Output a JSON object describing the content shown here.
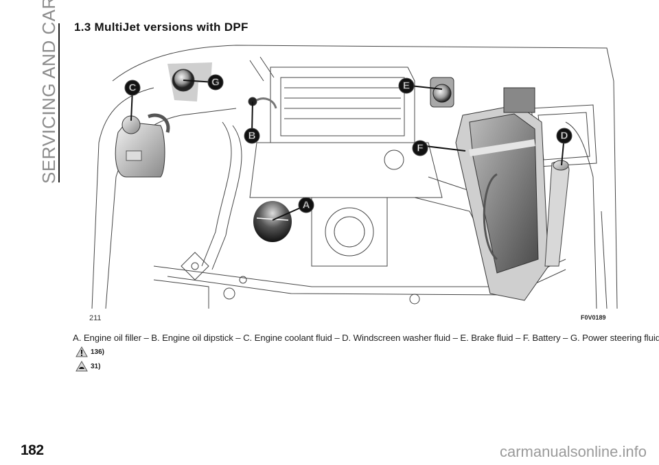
{
  "side_tab": {
    "label": "SERVICING AND CARE"
  },
  "section": {
    "title": "1.3 MultiJet versions with DPF"
  },
  "figure": {
    "number": "211",
    "code": "F0V0189",
    "markers": [
      {
        "letter": "A",
        "item": "Engine oil filler"
      },
      {
        "letter": "B",
        "item": "Engine oil dipstick"
      },
      {
        "letter": "C",
        "item": "Engine coolant fluid"
      },
      {
        "letter": "D",
        "item": "Windscreen washer fluid"
      },
      {
        "letter": "E",
        "item": "Brake fluid"
      },
      {
        "letter": "F",
        "item": "Battery"
      },
      {
        "letter": "G",
        "item": "Power steering fluid"
      }
    ]
  },
  "caption": "A. Engine oil filler – B. Engine oil dipstick – C. Engine coolant fluid – D. Windscreen washer fluid – E. Brake fluid – F. Battery – G. Power steering fluid",
  "notes": [
    {
      "icon": "warning-triangle-icon",
      "ref": "136)"
    },
    {
      "icon": "environment-triangle-icon",
      "ref": "31)"
    }
  ],
  "footer": {
    "page_number": "182",
    "watermark": "carmanualsonline.info"
  }
}
